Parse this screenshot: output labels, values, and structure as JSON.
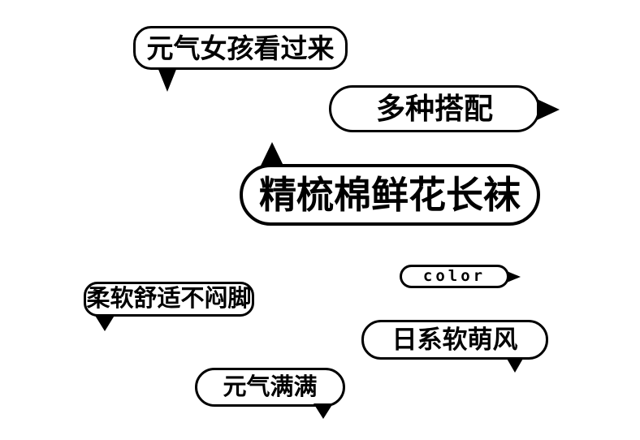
{
  "canvas": {
    "background_color": "#ffffff",
    "stroke_color": "#000000"
  },
  "bubbles": [
    {
      "id": "greeting",
      "text": "元气女孩看过来",
      "tail_direction": "down-left"
    },
    {
      "id": "versatile",
      "text": "多种搭配",
      "tail_direction": "right"
    },
    {
      "id": "product-title",
      "text": "精梳棉鲜花长袜",
      "tail_direction": "up-left"
    },
    {
      "id": "color-label",
      "text": "color",
      "tail_direction": "right"
    },
    {
      "id": "soft-comfy",
      "text": "柔软舒适不闷脚",
      "tail_direction": "down-left"
    },
    {
      "id": "japanese-style",
      "text": "日系软萌风",
      "tail_direction": "down-right"
    },
    {
      "id": "energetic",
      "text": "元气满满",
      "tail_direction": "down-right"
    }
  ]
}
